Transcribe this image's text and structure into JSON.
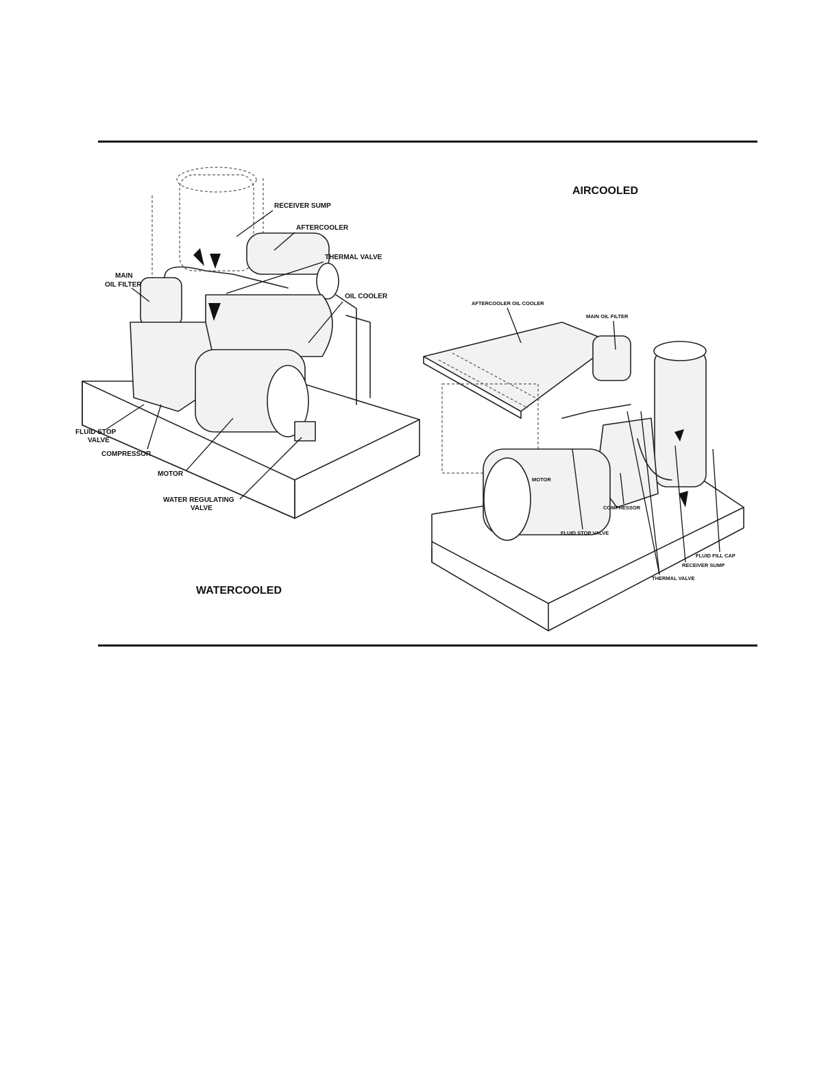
{
  "watercooled": {
    "title": "WATERCOOLED",
    "labels": {
      "receiver_sump": "RECEIVER SUMP",
      "aftercooler": "AFTERCOOLER",
      "thermal_valve": "THERMAL VALVE",
      "main_oil_filter_1": "MAIN",
      "main_oil_filter_2": "OIL FILTER",
      "oil_cooler": "OIL COOLER",
      "fluid_stop_valve_1": "FLUID STOP",
      "fluid_stop_valve_2": "VALVE",
      "compressor": "COMPRESSOR",
      "motor": "MOTOR",
      "water_regulating_valve_1": "WATER REGULATING",
      "water_regulating_valve_2": "VALVE"
    }
  },
  "aircooled": {
    "title": "AIRCOOLED",
    "labels": {
      "aftercooler_oil_cooler": "AFTERCOOLER OIL COOLER",
      "main_oil_filter": "MAIN OIL FILTER",
      "motor": "MOTOR",
      "compressor": "COMPRESSOR",
      "fluid_stop_valve": "FLUID STOP VALVE",
      "fluid_fill_cap": "FLUID FILL CAP",
      "receiver_sump": "RECEIVER SUMP",
      "thermal_valve": "THERMAL VALVE"
    }
  }
}
